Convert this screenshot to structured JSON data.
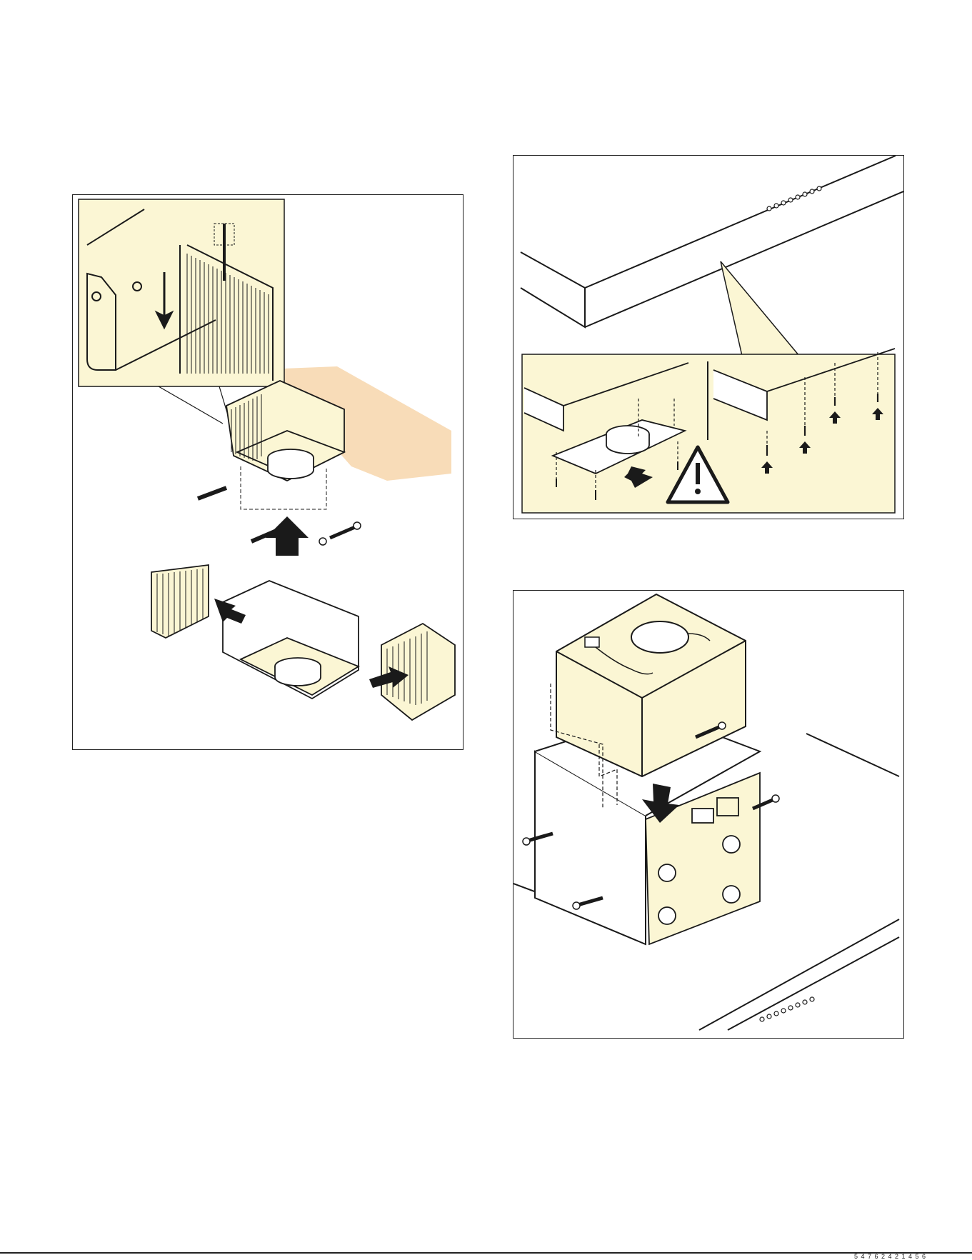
{
  "page": {
    "footer_code": "5 4 7 6 2 4 2 1 4 5 6"
  },
  "colors": {
    "fill_cream": "#fbf6d4",
    "fill_peach": "#f8dcb8",
    "stroke": "#1a1a1a"
  },
  "figures": [
    {
      "id": "filter-installation",
      "icons": [
        "filter-icon",
        "arrow-up-icon",
        "screw-icon",
        "wall-plug-icon"
      ]
    },
    {
      "id": "hood-mounting-plate",
      "icons": [
        "hood-icon",
        "warning-triangle-icon",
        "screw-icon",
        "arrow-down-icon"
      ]
    },
    {
      "id": "motor-unit-assembly",
      "icons": [
        "motor-box-icon",
        "arrow-down-icon",
        "screw-icon",
        "control-board-icon"
      ]
    }
  ]
}
